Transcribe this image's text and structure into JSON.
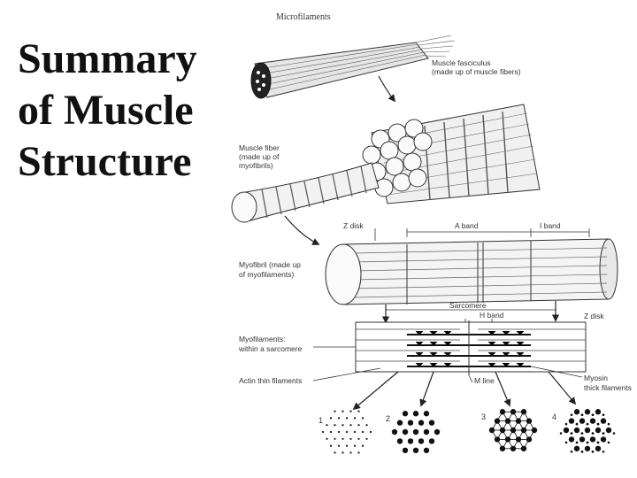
{
  "title_lines": [
    "Summary",
    "of Muscle",
    "Structure"
  ],
  "labels": {
    "microfilaments": "Microfilaments",
    "fasciculus_1": "Muscle fasciculus",
    "fasciculus_2": "(made up of muscle fibers)",
    "fiber_1": "Muscle fiber",
    "fiber_2": "(made up of",
    "fiber_3": "myofibrils)",
    "z_disk_top": "Z disk",
    "a_band": "A band",
    "i_band": "I band",
    "myofibril_1": "Myofibril (made up",
    "myofibril_2": "of myofilaments)",
    "sarcomere": "Sarcomere",
    "h_band": "H band",
    "z_disk_right": "Z disk",
    "myofilaments_1": "Myofilaments:",
    "myofilaments_2": "within a sarcomere",
    "actin": "Actin thin filaments",
    "m_line": "M line",
    "myosin_1": "Myosin",
    "myosin_2": "thick filaments"
  },
  "cross_section_numbers": [
    "1",
    "2",
    "3",
    "4"
  ]
}
